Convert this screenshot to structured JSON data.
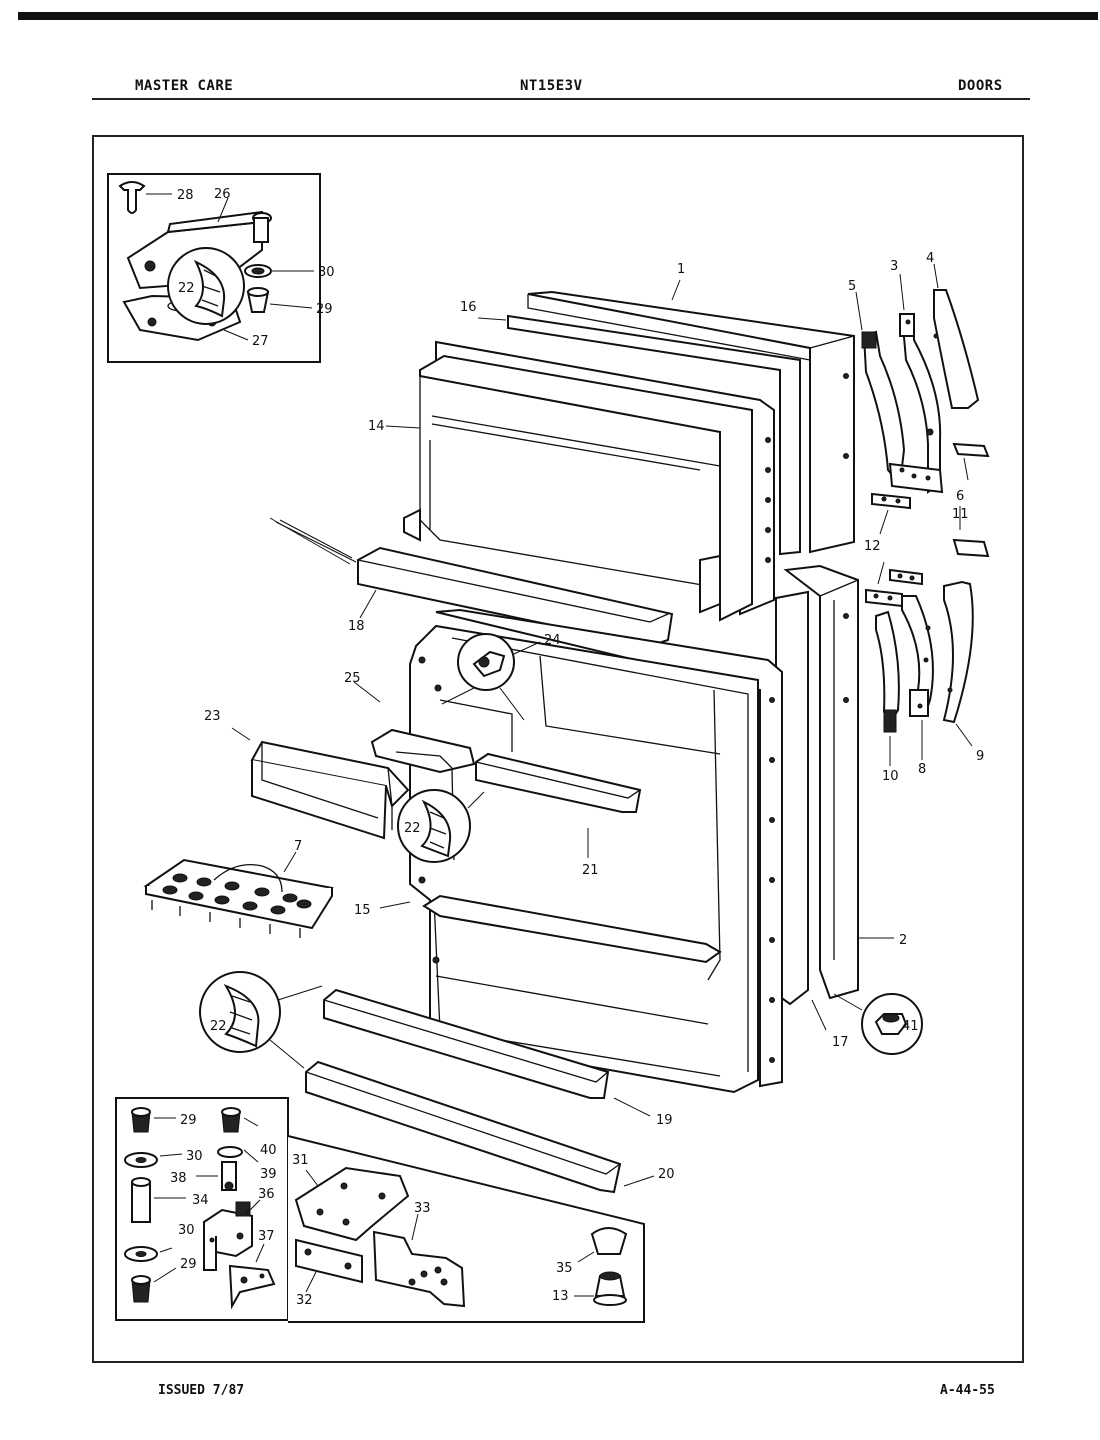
{
  "header": {
    "brand": "MASTER CARE",
    "model": "NT15E3V",
    "section": "DOORS"
  },
  "footer": {
    "issued": "ISSUED 7/87",
    "code": "A-44-55"
  },
  "callouts": {
    "p1": "1",
    "p2": "2",
    "p3": "3",
    "p4": "4",
    "p5": "5",
    "p6": "6",
    "p7": "7",
    "p8": "8",
    "p9": "9",
    "p10": "10",
    "p11": "11",
    "p12": "12",
    "p13": "13",
    "p14": "14",
    "p15": "15",
    "p16": "16",
    "p17": "17",
    "p18": "18",
    "p19": "19",
    "p20": "20",
    "p21": "21",
    "p22": "22",
    "p23": "23",
    "p24": "24",
    "p25": "25",
    "p26": "26",
    "p27": "27",
    "p28": "28",
    "p29": "29",
    "p30": "30",
    "p31": "31",
    "p32": "32",
    "p33": "33",
    "p34": "34",
    "p35": "35",
    "p36": "36",
    "p37": "37",
    "p38": "38",
    "p39": "39",
    "p40": "40",
    "p41": "41"
  }
}
